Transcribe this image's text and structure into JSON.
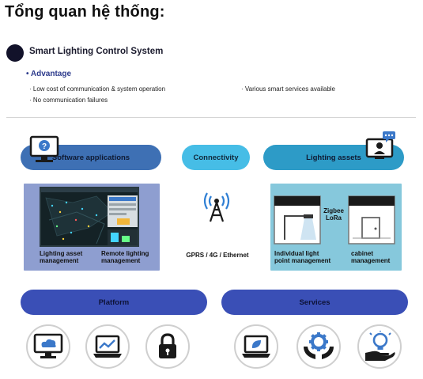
{
  "heading": "Tổng quan hệ thống:",
  "system_title": "Smart Lighting Control System",
  "advantage": {
    "title": "• Advantage",
    "items": [
      "· Low cost of communication & system operation",
      "· No communication failures",
      "· Various smart services available"
    ]
  },
  "pills": {
    "software": "Software applications",
    "connectivity": "Connectivity",
    "lighting_assets": "Lighting assets",
    "platform": "Platform",
    "services": "Services"
  },
  "left_panel": {
    "label1": "Lighting asset management",
    "label2": "Remote lighting management"
  },
  "connectivity": {
    "caption": "GPRS / 4G / Ethernet"
  },
  "right_panel": {
    "label1": "Individual light point management",
    "label2": "cabinet management",
    "zigbee": "Zigbee",
    "lora": "LoRa"
  },
  "icons": [
    "monitor-question-icon",
    "monitor-user-icon",
    "antenna-icon",
    "cloud-monitor-icon",
    "laptop-chart-icon",
    "lock-icon",
    "laptop-leaf-icon",
    "gear-hands-icon",
    "bulb-hand-icon"
  ],
  "colors": {
    "software_pill": "#3e70b4",
    "connectivity_pill": "#46bde6",
    "lighting_pill": "#2d9bc7",
    "platform_pill": "#3a4fb6",
    "left_panel": "#8e9ed0",
    "right_panel": "#86c8dc",
    "accent_text": "#2d3b8c"
  }
}
